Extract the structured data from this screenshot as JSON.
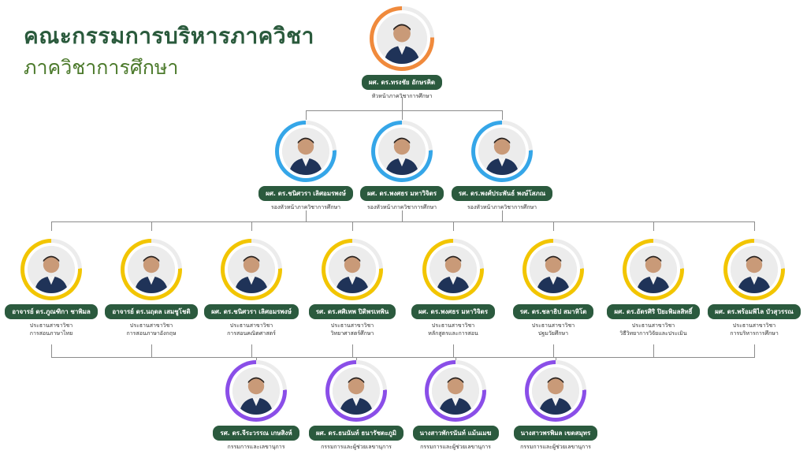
{
  "header": {
    "title": "คณะกรรมการบริหารภาควิชา",
    "subtitle": "ภาควิชาการศึกษา"
  },
  "colors": {
    "head_ring": "#f08a3c",
    "deputy_ring": "#35a6e8",
    "chair_ring": "#f2c500",
    "committee_ring": "#8a4ee8",
    "badge": "#2b5a3e",
    "title": "#2a5a3c"
  },
  "head": [
    {
      "name": "ผศ. ดร.ทรงชัย อักษรคิด",
      "role": [
        "หัวหน้าภาควิชาการศึกษา"
      ]
    }
  ],
  "deputies": [
    {
      "name": "ผศ. ดร.ชนิศวรา เลิศอมรพงษ์",
      "role": [
        "รองหัวหน้าภาควิชาการศึกษา"
      ]
    },
    {
      "name": "ผศ. ดร.พงศธร มหาวิจิตร",
      "role": [
        "รองหัวหน้าภาควิชาการศึกษา"
      ]
    },
    {
      "name": "รศ. ดร.พงศ์ประพันธ์ พงษ์โสภณ",
      "role": [
        "รองหัวหน้าภาควิชาการศึกษา"
      ]
    }
  ],
  "chairs": [
    {
      "name": "อาจารย์ ดร.ภูณฑิกา ชาพิมล",
      "role": [
        "ประธานสาขาวิชา",
        "การสอนภาษาไทย"
      ]
    },
    {
      "name": "อาจารย์ ดร.นฤดล เสมชูโชติ",
      "role": [
        "ประธานสาขาวิชา",
        "การสอนภาษาอังกฤษ"
      ]
    },
    {
      "name": "ผศ. ดร.ชนิศวรา เลิศอมรพงษ์",
      "role": [
        "ประธานสาขาวิชา",
        "การสอนคณิตศาสตร์"
      ]
    },
    {
      "name": "รศ. ดร.ศศิเทพ ปิติพรเทพิน",
      "role": [
        "ประธานสาขาวิชา",
        "วิทยาศาสตร์ศึกษา"
      ]
    },
    {
      "name": "ผศ. ดร.พงศธร มหาวิจิตร",
      "role": [
        "ประธานสาขาวิชา",
        "หลักสูตรและการสอน"
      ]
    },
    {
      "name": "รศ. ดร.ชลาธิป สมาหิโต",
      "role": [
        "ประธานสาขาวิชา",
        "ปฐมวัยศึกษา"
      ]
    },
    {
      "name": "ผศ. ดร.อัตรศิริ ปิยะพิมลสิทธิ์",
      "role": [
        "ประธานสาขาวิชา",
        "วิธีวิทยาการวิจัยและประเมิน"
      ]
    },
    {
      "name": "ผศ. ดร.พร้อมพิไล บัวสุวรรณ",
      "role": [
        "ประธานสาขาวิชา",
        "การบริหารการศึกษา"
      ]
    }
  ],
  "committee": [
    {
      "name": "รศ. ดร.จีระวรรณ เกษสิงห์",
      "role": [
        "กรรมการและเลขานุการ"
      ]
    },
    {
      "name": "ผศ. ดร.ธนนันท์ ธนารัชตะภูมิ",
      "role": [
        "กรรมการและผู้ช่วยเลขานุการ"
      ]
    },
    {
      "name": "นางสาวพักรนันท์ แม้นเมฆ",
      "role": [
        "กรรมการและผู้ช่วยเลขานุการ"
      ]
    },
    {
      "name": "นางสาวพรพิมล เขตสมุทร",
      "role": [
        "กรรมการและผู้ช่วยเลขานุการ"
      ]
    }
  ]
}
